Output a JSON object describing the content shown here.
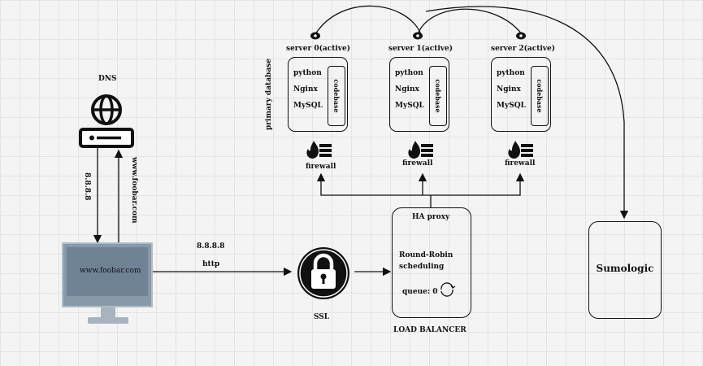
{
  "dns": {
    "label": "DNS"
  },
  "client": {
    "screen_text": "www.foobar.com",
    "request_label": "8.8.8.8",
    "response_label": "www.foobar.com"
  },
  "connection": {
    "ip": "8.8.8.8",
    "protocol": "http"
  },
  "ssl": {
    "label": "SSL"
  },
  "load_balancer": {
    "caption": "LOAD BALANCER",
    "title": "HA proxy",
    "algorithm": "Round-Robin scheduling",
    "queue_label": "queue: 0"
  },
  "primary_db_label": "primary database",
  "servers": [
    {
      "title": "server 0(active)",
      "stack": [
        "python",
        "Nginx",
        "MySQL"
      ],
      "codebase": "codebase",
      "firewall": "firewall"
    },
    {
      "title": "server 1(active)",
      "stack": [
        "python",
        "Nginx",
        "MySQL"
      ],
      "codebase": "codebase",
      "firewall": "firewall"
    },
    {
      "title": "server 2(active)",
      "stack": [
        "python",
        "Nginx",
        "MySQL"
      ],
      "codebase": "codebase",
      "firewall": "firewall"
    }
  ],
  "monitoring": {
    "label": "Sumologic"
  }
}
